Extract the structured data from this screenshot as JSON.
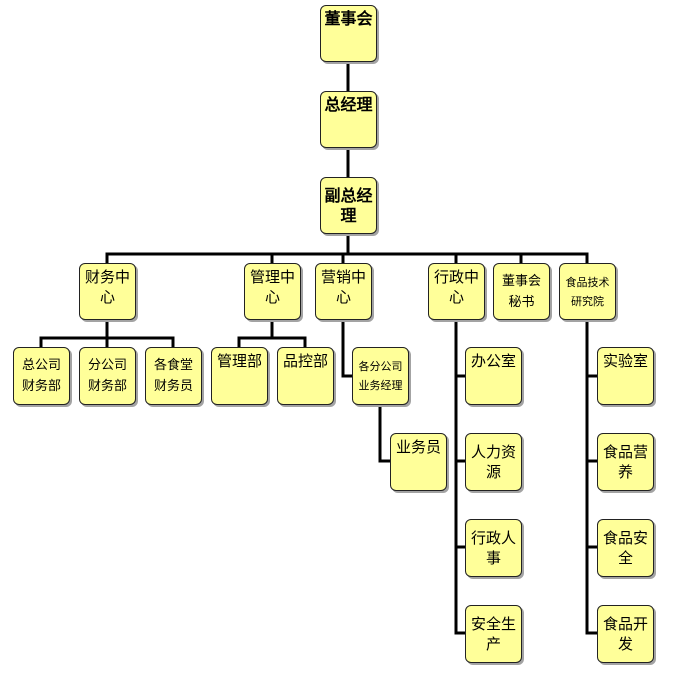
{
  "org_chart": {
    "board": [
      "董事会"
    ],
    "gm": [
      "总经理"
    ],
    "deputy_gm": [
      "副总经",
      "理"
    ],
    "finance": {
      "title": [
        "财务中",
        "心"
      ],
      "children": [
        [
          "总公司",
          "财务部"
        ],
        [
          "分公司",
          "财务部"
        ],
        [
          "各食堂",
          "财务员"
        ]
      ]
    },
    "management": {
      "title": [
        "管理中",
        "心"
      ],
      "children": [
        [
          "管理部"
        ],
        [
          "品控部"
        ]
      ]
    },
    "marketing": {
      "title": [
        "营销中",
        "心"
      ],
      "branch_manager": [
        "各分公司",
        "业务经理"
      ],
      "salesman": [
        "业务员"
      ]
    },
    "admin": {
      "title": [
        "行政中",
        "心"
      ],
      "children": [
        [
          "办公室"
        ],
        [
          "人力资",
          "源"
        ],
        [
          "行政人",
          "事"
        ],
        [
          "安全生",
          "产"
        ]
      ]
    },
    "board_secretary": [
      "董事会",
      "秘书"
    ],
    "food_institute": {
      "title": [
        "食品技术",
        "研究院"
      ],
      "children": [
        [
          "实验室"
        ],
        [
          "食品营",
          "养"
        ],
        [
          "食品安",
          "全"
        ],
        [
          "食品开",
          "发"
        ]
      ]
    }
  }
}
